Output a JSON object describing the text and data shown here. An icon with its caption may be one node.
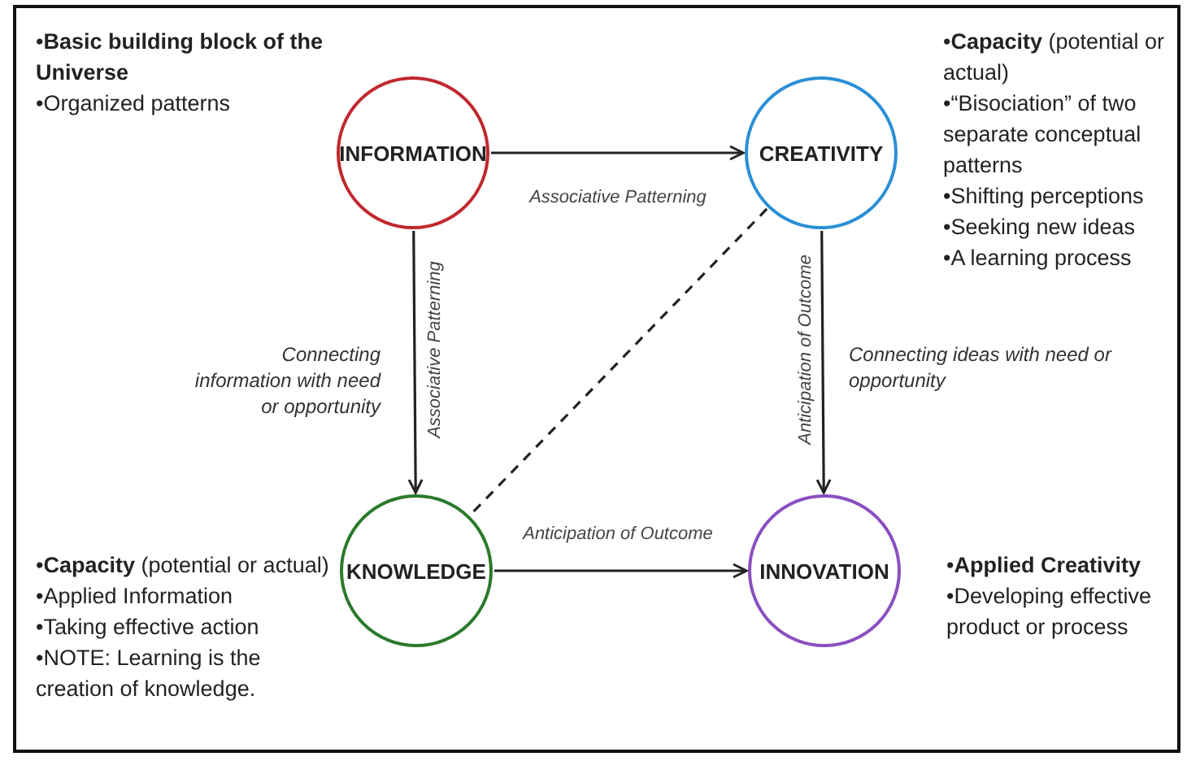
{
  "diagram": {
    "nodes": [
      {
        "text": [
          "INFORMATION"
        ],
        "beside": [
          "•**Basic building block of the Universe**",
          "•Organized patterns"
        ]
      },
      {
        "text": [
          "CREATIVITY"
        ],
        "beside": [
          "•**Capacity** (potential or actual)",
          "•“Bisociation” of two separate conceptual patterns",
          "•Shifting perceptions",
          "•Seeking new ideas",
          "•A learning process"
        ]
      },
      {
        "text": [
          "KNOWLEDGE"
        ],
        "beside": [
          "•**Capacity** (potential or actual)",
          "•Applied Information",
          "•Taking effective action",
          "•NOTE: Learning is the creation of knowledge."
        ]
      },
      {
        "text": [
          "INNOVATION"
        ],
        "beside": [
          "•**Applied Creativity**",
          "•Developing effective product or process"
        ]
      }
    ],
    "edges": [
      {
        "from": 0,
        "to": 1,
        "arrow": "to",
        "label": "Associative Patterning"
      },
      {
        "from": 0,
        "to": 2,
        "arrow": "to",
        "label": "Associative Patterning"
      },
      {
        "from": 1,
        "to": 3,
        "arrow": "to",
        "label": "Anticipation of Outcome"
      },
      {
        "from": 1,
        "to": 2,
        "arrow": "none",
        "style": "dashed"
      },
      {
        "from": 2,
        "to": 3,
        "arrow": "to",
        "label": "Anticipation of Outcome"
      }
    ],
    "labels": [
      "Connecting information with need or opportunity",
      "Connecting ideas with need or opportunity"
    ]
  }
}
